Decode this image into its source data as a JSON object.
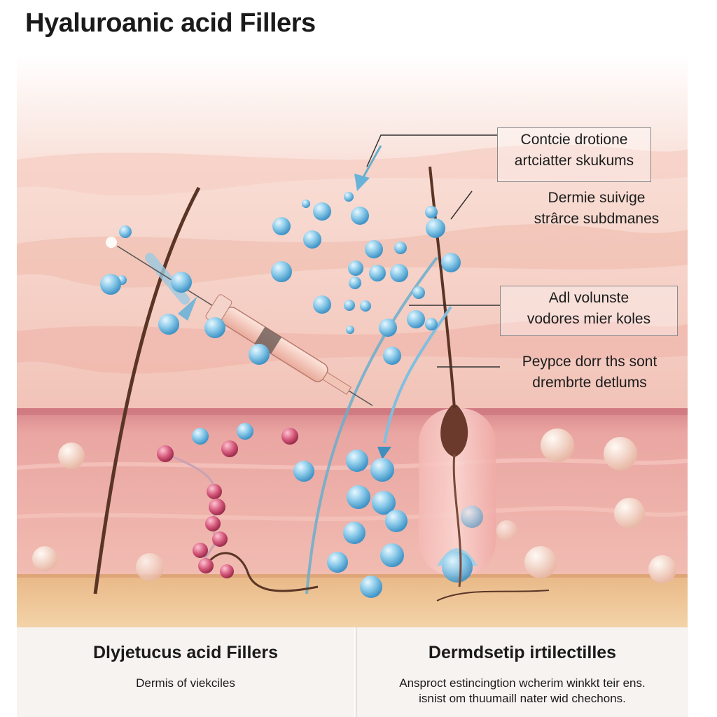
{
  "title": "Hyaluroanic acid Fillers",
  "callouts": [
    {
      "line1": "Contcie drotione",
      "line2": "artciatter skukums"
    },
    {
      "line1": "Dermie suivige",
      "line2": "strârce subdmanes"
    },
    {
      "line1": "Adl volunste",
      "line2": "vodores mier koles"
    },
    {
      "line1": "Peypce dorr ths sont",
      "line2": "drembrte detlums"
    }
  ],
  "captions": {
    "left": {
      "title": "Dlyjetucus acid Fillers",
      "sub": "Dermis of viekciles"
    },
    "right": {
      "title": "Dermdsetip irtilectilles",
      "sub_line1": "Ansproct estincingtion wcherim winkkt teir ens.",
      "sub_line2": "isnist om thuumaill nater wid chechons."
    }
  },
  "colors": {
    "epidermis": "#f3c9bf",
    "dermis": "#eaa6a2",
    "subcutis": "#efc68f",
    "droplet": "#7cc3e6",
    "molecule": "#d4577a",
    "hair": "#5a3526"
  }
}
